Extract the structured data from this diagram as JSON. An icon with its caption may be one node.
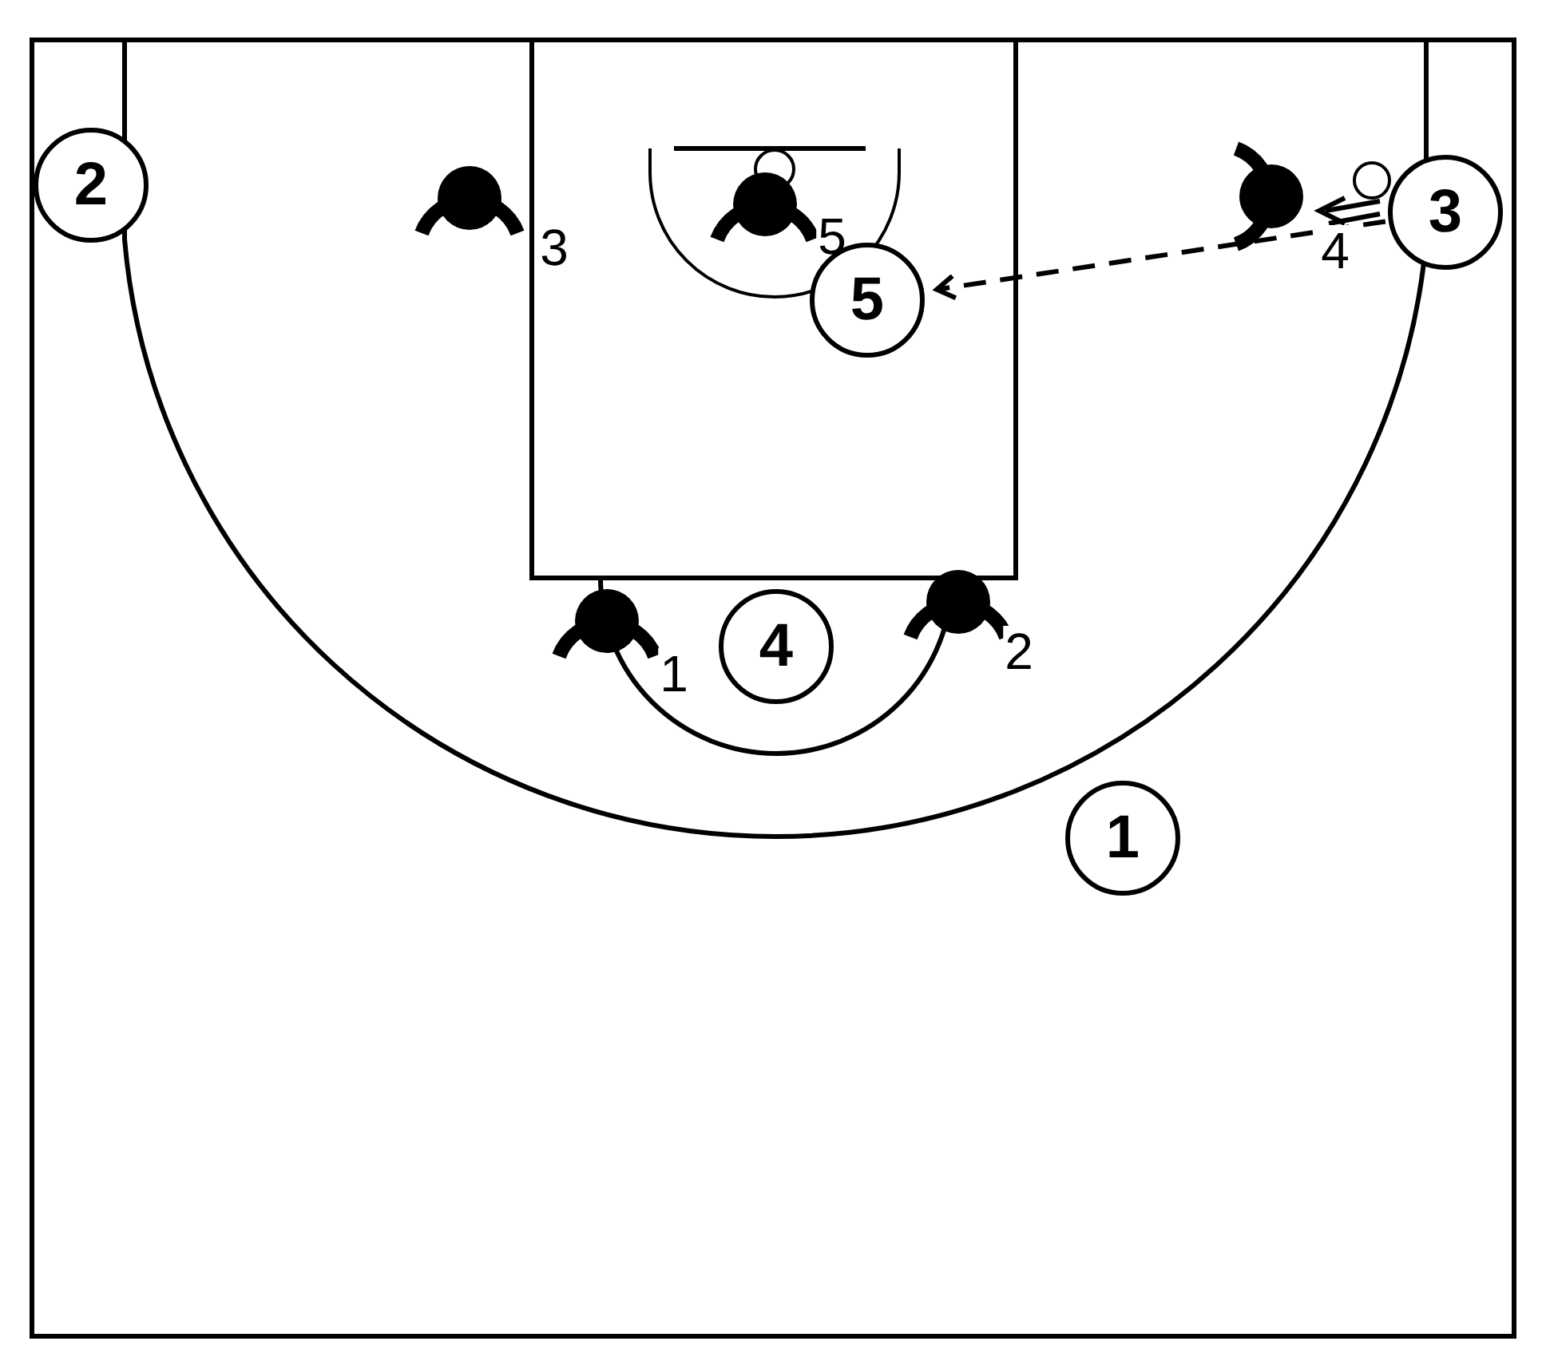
{
  "diagram": {
    "nodes": [
      {
        "text": [
          "2"
        ]
      },
      {
        "text": [
          "3"
        ]
      },
      {
        "text": [
          "5"
        ]
      },
      {
        "text": [
          "4"
        ]
      },
      {
        "text": [
          "1"
        ]
      }
    ],
    "edges": [
      {
        "from": 1,
        "to": 2,
        "arrow": "to",
        "style": "dashed"
      }
    ],
    "labels": [
      "3",
      "5",
      "4",
      "1",
      "2"
    ]
  }
}
